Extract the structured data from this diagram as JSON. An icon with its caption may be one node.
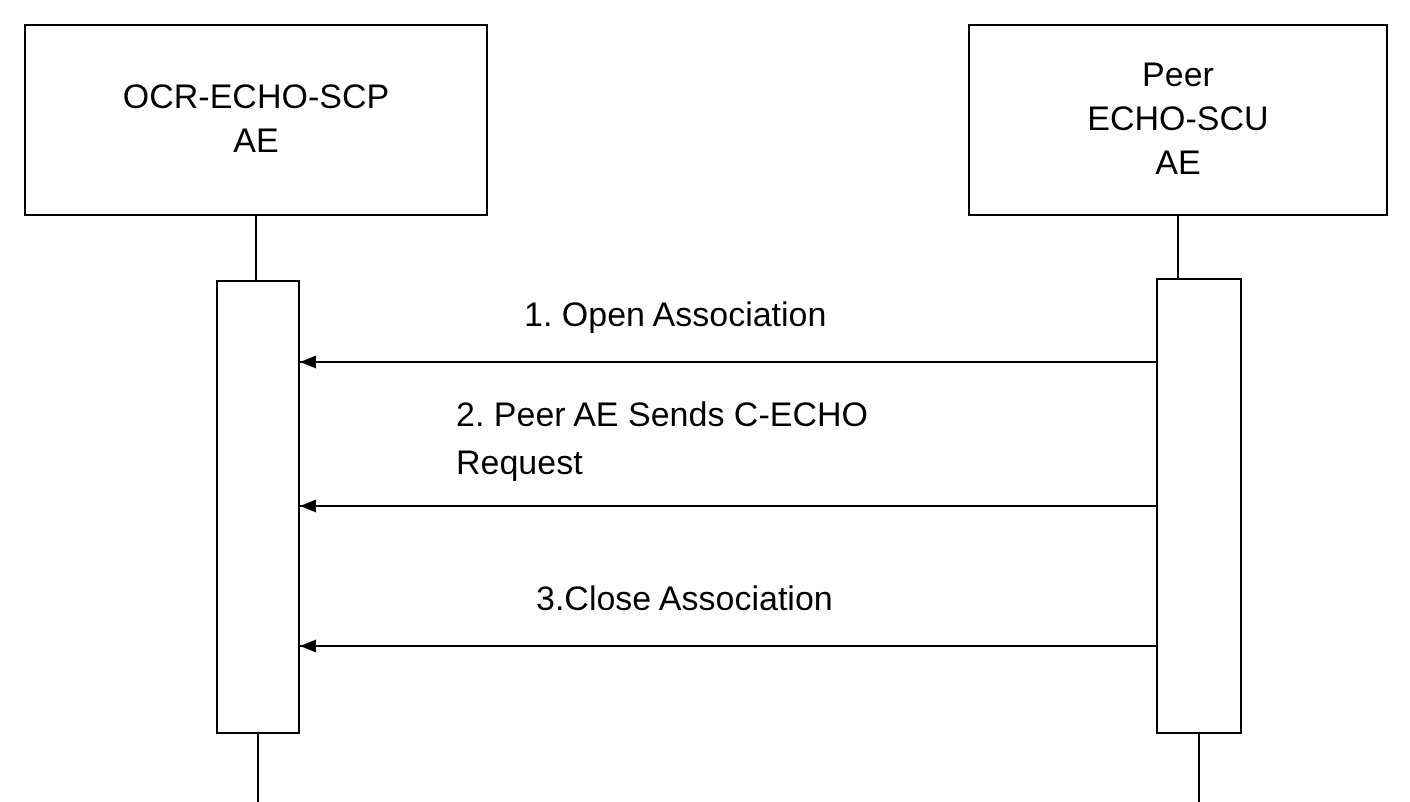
{
  "diagram": {
    "nodes": [
      {
        "text": [
          "OCR-ECHO-SCP AE"
        ]
      },
      {
        "text": [
          "Peer ECHO-SCU AE"
        ]
      },
      {
        "text": [],
        "shape": "bar"
      },
      {
        "text": [],
        "shape": "bar"
      }
    ],
    "edges": [
      {
        "from": 0,
        "to": 2,
        "arrow": "none"
      },
      {
        "from": 1,
        "to": 3,
        "arrow": "none"
      },
      {
        "from": 3,
        "to": 2,
        "arrow": "to",
        "label": "1. Open Association"
      },
      {
        "from": 3,
        "to": 2,
        "arrow": "to",
        "label": "2. Peer AE Sends C-ECHO Request"
      },
      {
        "from": 3,
        "to": 2,
        "arrow": "to",
        "label": "3.Close Association"
      },
      {
        "from": 2,
        "to": null,
        "arrow": "none"
      },
      {
        "from": 3,
        "to": null,
        "arrow": "none"
      }
    ]
  }
}
